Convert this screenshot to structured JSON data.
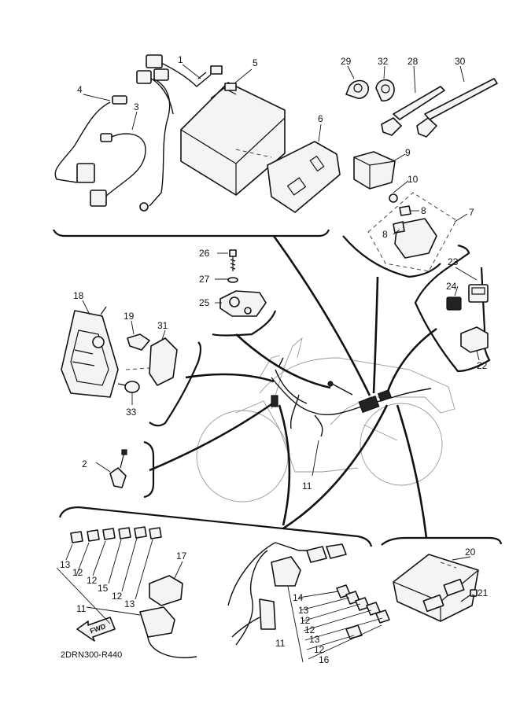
{
  "diagram": {
    "drawing_code": "2DRN300-R440",
    "fwd_label": "FWD",
    "callouts": {
      "c1": "1",
      "c2": "2",
      "c3": "3",
      "c4": "4",
      "c5": "5",
      "c6": "6",
      "c7": "7",
      "c8a": "8",
      "c8b": "8",
      "c9": "9",
      "c10": "10",
      "c11a": "11",
      "c11b": "11",
      "c11c": "11",
      "c12a": "12",
      "c12b": "12",
      "c12c": "12",
      "c12d": "12",
      "c12e": "12",
      "c13a": "13",
      "c13b": "13",
      "c13c": "13",
      "c13d": "13",
      "c14": "14",
      "c15": "15",
      "c16": "16",
      "c17": "17",
      "c18": "18",
      "c19": "19",
      "c20": "20",
      "c21": "21",
      "c22": "22",
      "c23": "23",
      "c24": "24",
      "c25": "25",
      "c26": "26",
      "c27": "27",
      "c28": "28",
      "c29": "29",
      "c30": "30",
      "c31": "31",
      "c32": "32",
      "c33": "33"
    }
  }
}
